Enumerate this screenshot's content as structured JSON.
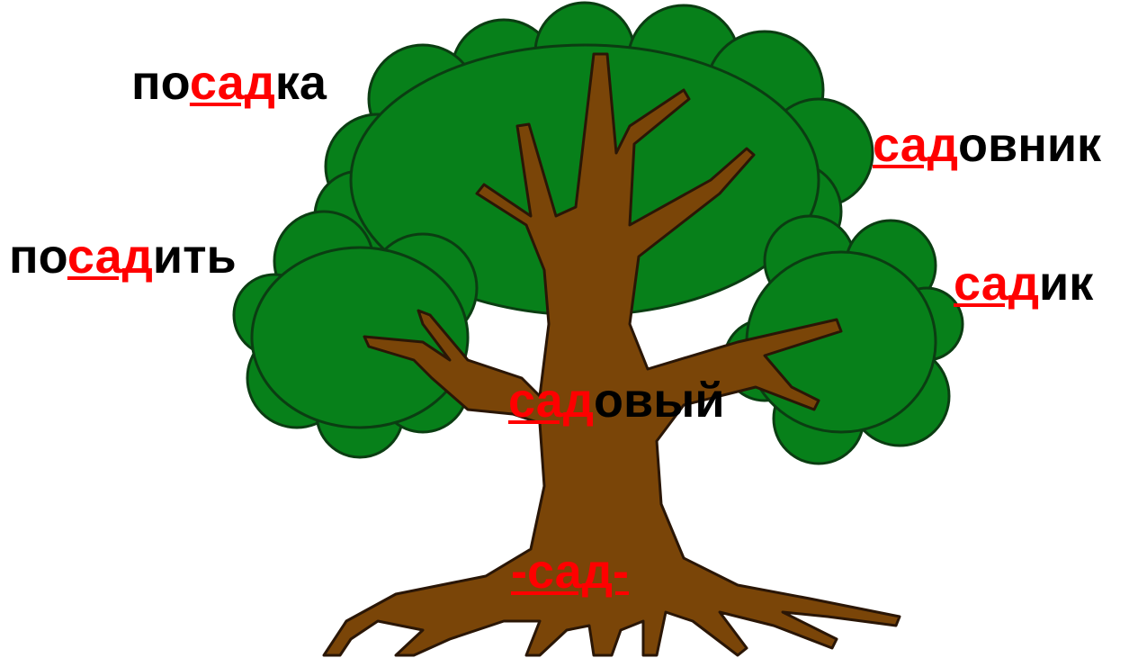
{
  "root_word": "-сад-",
  "words": {
    "posadka": {
      "prefix": "по",
      "root": "сад",
      "suffix": "ка"
    },
    "sadovnik": {
      "prefix": "",
      "root": "сад",
      "suffix": "овник"
    },
    "posadit": {
      "prefix": "по",
      "root": "сад",
      "suffix": "ить"
    },
    "sadik": {
      "prefix": "",
      "root": "сад",
      "suffix": "ик"
    },
    "sadovyi": {
      "prefix": "",
      "root": "сад",
      "suffix": "овый"
    }
  },
  "colors": {
    "foliage": "#07801a",
    "foliage_outline": "#0b3d12",
    "trunk": "#7a4508",
    "trunk_outline": "#2a1606",
    "root_highlight": "#ff0000",
    "text": "#000000"
  }
}
